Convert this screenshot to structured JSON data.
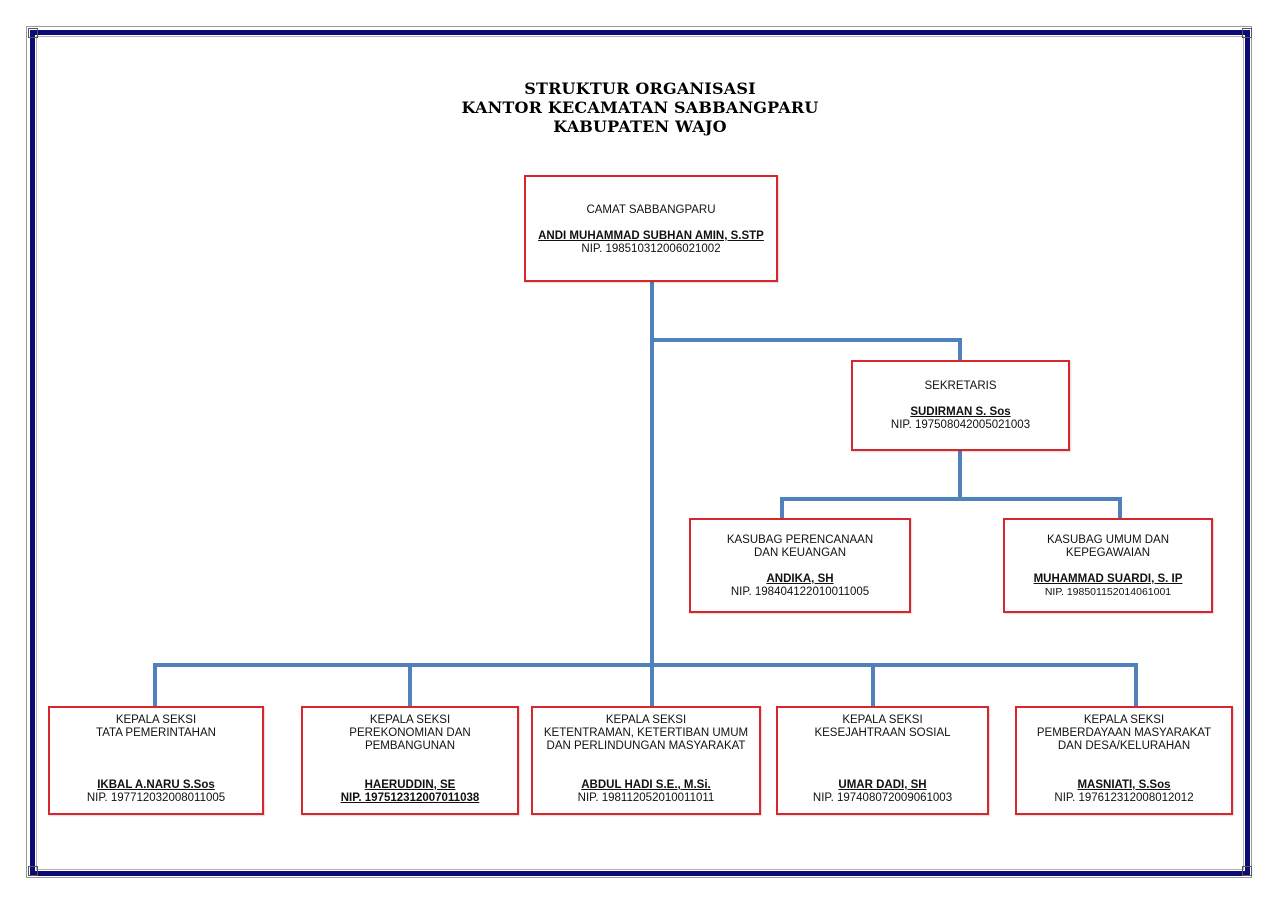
{
  "title": {
    "line1": "STRUKTUR ORGANISASI",
    "line2": "KANTOR KECAMATAN SABBANGPARU",
    "line3": "KABUPATEN WAJO"
  },
  "colors": {
    "frame": "#0b0b78",
    "box_border": "#d7262e",
    "connector": "#4f81bd"
  },
  "camat": {
    "role": "CAMAT SABBANGPARU",
    "name": "ANDI MUHAMMAD SUBHAN AMIN, S.STP",
    "nip": "NIP. 198510312006021002"
  },
  "sekretaris": {
    "role": "SEKRETARIS",
    "name": "SUDIRMAN S. Sos",
    "nip": "NIP. 197508042005021003"
  },
  "kasubag": [
    {
      "role_line1": "KASUBAG PERENCANAAN",
      "role_line2": "DAN KEUANGAN",
      "name": "ANDIKA, SH",
      "nip": "NIP. 198404122010011005"
    },
    {
      "role_line1": "KASUBAG UMUM DAN",
      "role_line2": "KEPEGAWAIAN",
      "name": "MUHAMMAD SUARDI, S. IP",
      "nip": "NIP. 198501152014061001"
    }
  ],
  "kepala_seksi": [
    {
      "role_line1": "KEPALA SEKSI",
      "role_line2": "TATA PEMERINTAHAN",
      "role_line3": "",
      "name": "IKBAL A.NARU S.Sos",
      "nip": "NIP. 197712032008011005"
    },
    {
      "role_line1": "KEPALA SEKSI",
      "role_line2": "PEREKONOMIAN DAN",
      "role_line3": "PEMBANGUNAN",
      "name": "HAERUDDIN, SE",
      "nip": "NIP. 197512312007011038"
    },
    {
      "role_line1": "KEPALA SEKSI",
      "role_line2": "KETENTRAMAN, KETERTIBAN UMUM",
      "role_line3": "DAN PERLINDUNGAN MASYARAKAT",
      "name": "ABDUL HADI S.E., M.Si.",
      "nip": "NIP. 198112052010011011"
    },
    {
      "role_line1": "KEPALA SEKSI",
      "role_line2": "KESEJAHTRAAN SOSIAL",
      "role_line3": "",
      "name": "UMAR DADI, SH",
      "nip": "NIP. 197408072009061003"
    },
    {
      "role_line1": "KEPALA SEKSI",
      "role_line2": "PEMBERDAYAAN MASYARAKAT",
      "role_line3": "DAN DESA/KELURAHAN",
      "name": "MASNIATI, S.Sos",
      "nip": "NIP. 197612312008012012"
    }
  ]
}
